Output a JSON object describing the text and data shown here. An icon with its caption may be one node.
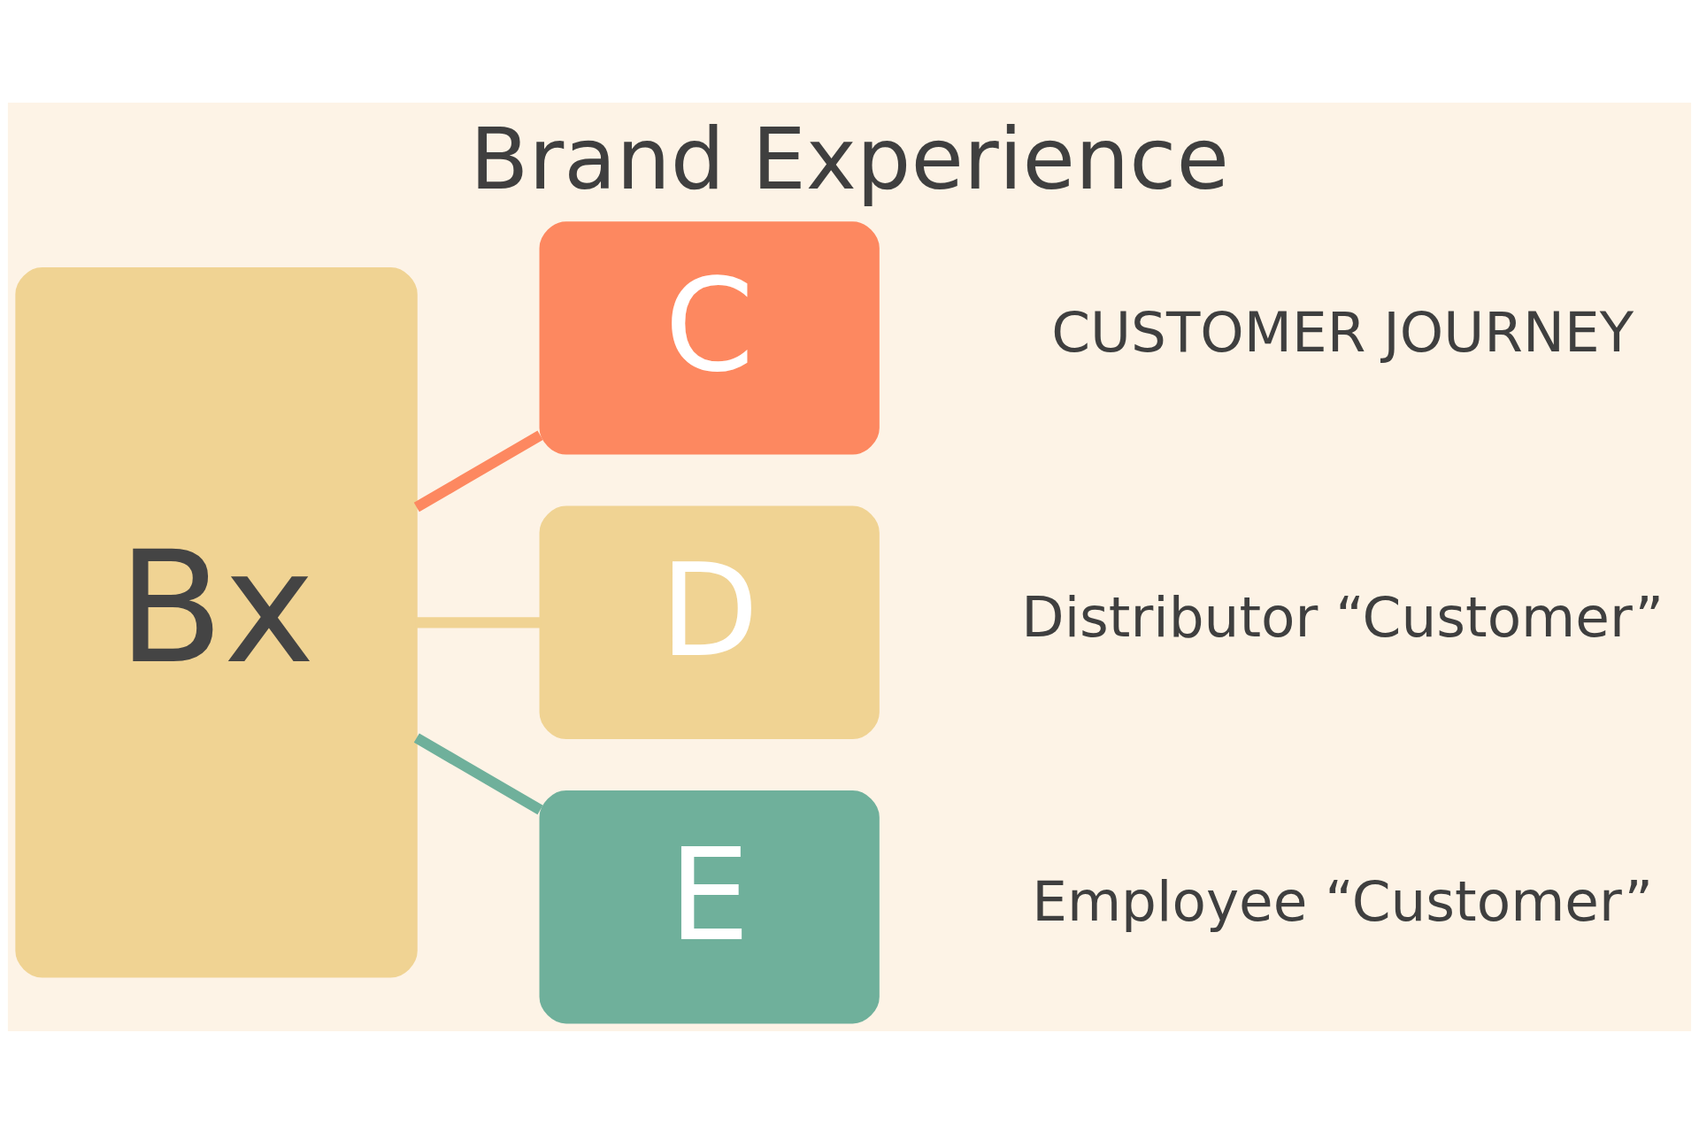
{
  "diagram": {
    "title": "Brand Experience",
    "nodes": [
      {
        "text": [
          "Bx"
        ]
      },
      {
        "text": [
          "C"
        ],
        "beside": [
          "CUSTOMER JOURNEY"
        ]
      },
      {
        "text": [
          "D"
        ],
        "beside": [
          "Distributor “Customer”"
        ]
      },
      {
        "text": [
          "E"
        ],
        "beside": [
          "Employee “Customer”"
        ]
      }
    ],
    "edges": [
      {
        "from": 0,
        "to": 1,
        "arrow": "none",
        "color": "#fd8860"
      },
      {
        "from": 0,
        "to": 2,
        "arrow": "none",
        "color": "#f0d393"
      },
      {
        "from": 0,
        "to": 3,
        "arrow": "none",
        "color": "#6fb09b"
      }
    ]
  }
}
